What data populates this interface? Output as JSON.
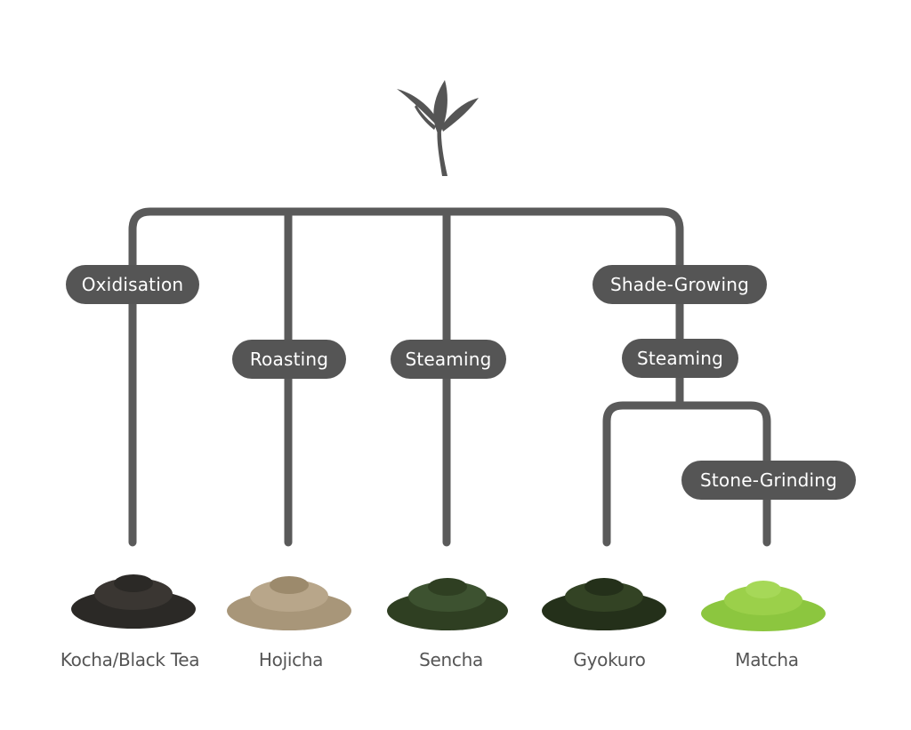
{
  "processes": {
    "oxidisation": "Oxidisation",
    "roasting": "Roasting",
    "steaming_sencha": "Steaming",
    "shade_growing": "Shade-Growing",
    "steaming_shade": "Steaming",
    "stone_grinding": "Stone-Grinding"
  },
  "teas": [
    {
      "name": "Kocha/Black Tea",
      "color": "#2b2926"
    },
    {
      "name": "Hojicha",
      "color": "#a89679"
    },
    {
      "name": "Sencha",
      "color": "#2f3f22"
    },
    {
      "name": "Gyokuro",
      "color": "#24301a"
    },
    {
      "name": "Matcha",
      "color": "#8cc63f"
    }
  ],
  "colors": {
    "line": "#5a5a5a",
    "pill": "#555555",
    "text": "#555555"
  },
  "icons": {
    "top": "tea-leaf-sprig-icon"
  }
}
